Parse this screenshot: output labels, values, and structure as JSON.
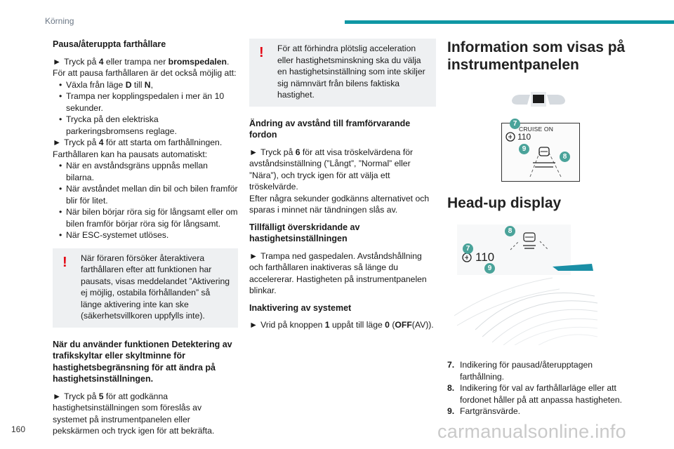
{
  "header": {
    "section": "Körning"
  },
  "col1": {
    "h_pause": "Pausa/återuppta farthållare",
    "p1_pre": "Tryck på ",
    "p1_b1": "4",
    "p1_mid": " eller trampa ner ",
    "p1_b2": "bromspedalen",
    "p1_end": ".",
    "p1_line2": "För att pausa farthållaren är det också möjlig att:",
    "list1_pre": "Växla från läge ",
    "list1_b1": "D",
    "list1_mid": " till ",
    "list1_b2": "N",
    "list1_end": ",",
    "list2": "Trampa ner kopplingspedalen i mer än 10 sekunder.",
    "list3": "Trycka på den elektriska parkeringsbromsens reglage.",
    "p2_pre": "Tryck på ",
    "p2_b": "4",
    "p2_end": " för att starta om farthållningen.",
    "p2_line2": "Farthållaren kan ha pausats automatiskt:",
    "list4": "När en avståndsgräns uppnås mellan bilarna.",
    "list5": "När avståndet mellan din bil och bilen framför blir för litet.",
    "list6": "När bilen börjar röra sig för långsamt eller om bilen framför börjar röra sig för långsamt.",
    "list7": "När ESC-systemet utlöses.",
    "warn": "När föraren försöker återaktivera farthållaren efter att funktionen har pausats, visas meddelandet ”Aktivering ej möjlig, ostabila förhållanden” så länge aktivering inte kan ske (säkerhetsvillkoren uppfylls inte).",
    "h_detect": "När du använder funktionen Detektering av trafikskyltar eller skyltminne för hastighetsbegränsning för att ändra på hastighetsinställningen.",
    "p3_pre": "Tryck på ",
    "p3_b": "5",
    "p3_end": " för att godkänna hastighetsinställningen som föreslås av systemet på instrumentpanelen eller pekskärmen och tryck igen för att bekräfta."
  },
  "col2": {
    "warn": "För att förhindra plötslig acceleration eller hastighetsminskning ska du välja en hastighetsinställning som inte skiljer sig nämnvärt från bilens faktiska hastighet.",
    "h_dist": "Ändring av avstånd till framförvarande fordon",
    "p1_pre": "Tryck på ",
    "p1_b": "6",
    "p1_end": " för att visa tröskelvärdena för avståndsinställning (”Långt”, ”Normal” eller ”Nära”), och tryck igen för att välja ett tröskelvärde.",
    "p1_line2": "Efter några sekunder godkänns alternativet och sparas i minnet när tändningen slås av.",
    "h_over": "Tillfälligt överskridande av hastighetsinställningen",
    "p2": "Trampa ned gaspedalen. Avståndshållning och farthållaren inaktiveras så länge du accelererar. Hastigheten på instrumentpanelen blinkar.",
    "h_deact": "Inaktivering av systemet",
    "p3_pre": "Vrid på knoppen ",
    "p3_b1": "1",
    "p3_mid": " uppåt till läge ",
    "p3_b2": "0",
    "p3_mid2": " (",
    "p3_b3": "OFF",
    "p3_end": "(AV))."
  },
  "col3": {
    "h_info": "Information som visas på instrumentpanelen",
    "cluster_label": "CRUISE ON",
    "cluster_speed": "110",
    "h_hud": "Head-up display",
    "hud_speed": "110",
    "badge7": "7",
    "badge8": "8",
    "badge9": "9",
    "legend": [
      {
        "num": "7.",
        "text": "Indikering för pausad/återupptagen farthållning."
      },
      {
        "num": "8.",
        "text": "Indikering för val av farthållarläge eller att fordonet håller på att anpassa hastigheten."
      },
      {
        "num": "9.",
        "text": "Fartgränsvärde."
      }
    ]
  },
  "footer": {
    "page": "160",
    "watermark": "carmanualsonline.info"
  },
  "arrow_glyph": "►",
  "warn_glyph": "!"
}
